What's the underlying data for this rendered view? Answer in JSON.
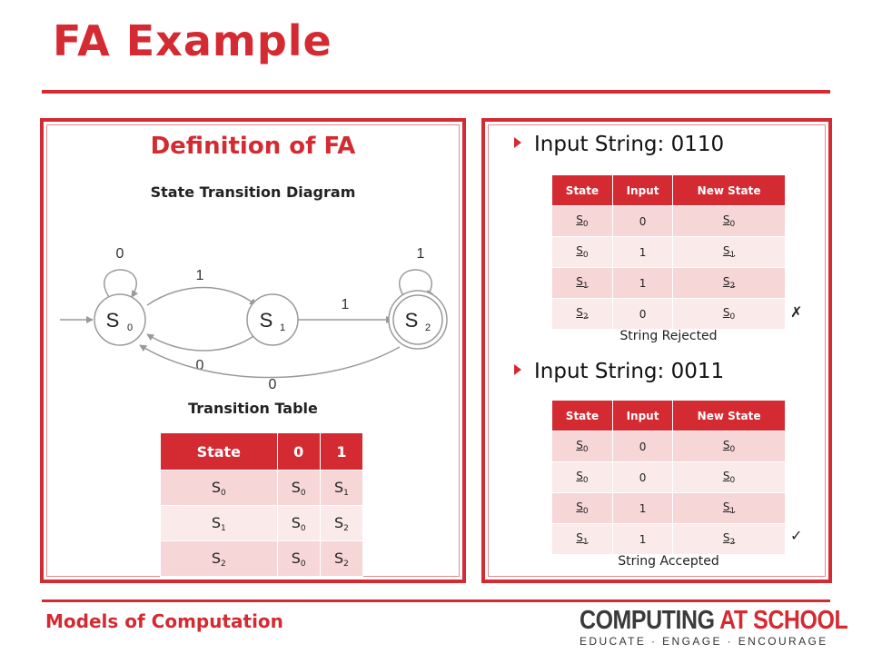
{
  "title": "FA Example",
  "left_panel": {
    "heading": "Definition of FA",
    "diagram_title": "State Transition Diagram",
    "diagram": {
      "states": [
        {
          "label": "S",
          "sub": "0"
        },
        {
          "label": "S",
          "sub": "1"
        },
        {
          "label": "S",
          "sub": "2"
        }
      ],
      "edges": [
        "0",
        "1",
        "0",
        "1",
        "1",
        "0"
      ]
    },
    "table_title": "Transition Table",
    "transition_table": {
      "headers": [
        "State",
        "0",
        "1"
      ],
      "rows": [
        [
          {
            "s": "S",
            "n": "0"
          },
          {
            "s": "S",
            "n": "0"
          },
          {
            "s": "S",
            "n": "1"
          }
        ],
        [
          {
            "s": "S",
            "n": "1"
          },
          {
            "s": "S",
            "n": "0"
          },
          {
            "s": "S",
            "n": "2"
          }
        ],
        [
          {
            "s": "S",
            "n": "2"
          },
          {
            "s": "S",
            "n": "0"
          },
          {
            "s": "S",
            "n": "2"
          }
        ]
      ]
    }
  },
  "right_panel": {
    "headers": [
      "State",
      "Input",
      "New State"
    ],
    "example1": {
      "heading": "Input String: 0110",
      "rows": [
        [
          {
            "s": "S",
            "n": "0"
          },
          "0",
          {
            "s": "S",
            "n": "0"
          }
        ],
        [
          {
            "s": "S",
            "n": "0"
          },
          "1",
          {
            "s": "S",
            "n": "1"
          }
        ],
        [
          {
            "s": "S",
            "n": "1"
          },
          "1",
          {
            "s": "S",
            "n": "2"
          }
        ],
        [
          {
            "s": "S",
            "n": "2"
          },
          "0",
          {
            "s": "S",
            "n": "0"
          }
        ]
      ],
      "mark": "✗",
      "result": "String Rejected"
    },
    "example2": {
      "heading": "Input String: 0011",
      "rows": [
        [
          {
            "s": "S",
            "n": "0"
          },
          "0",
          {
            "s": "S",
            "n": "0"
          }
        ],
        [
          {
            "s": "S",
            "n": "0"
          },
          "0",
          {
            "s": "S",
            "n": "0"
          }
        ],
        [
          {
            "s": "S",
            "n": "0"
          },
          "1",
          {
            "s": "S",
            "n": "1"
          }
        ],
        [
          {
            "s": "S",
            "n": "1"
          },
          "1",
          {
            "s": "S",
            "n": "2"
          }
        ]
      ],
      "mark": "✓",
      "result": "String Accepted"
    }
  },
  "footer": {
    "text": "Models of Computation",
    "logo_part1": "COMPUTING ",
    "logo_part2": "AT SCHOOL",
    "logo_tagline": "EDUCATE · ENGAGE · ENCOURAGE"
  },
  "colors": {
    "accent": "#d42a32",
    "row_dark": "#f6d6d7",
    "row_light": "#fbeaea"
  }
}
